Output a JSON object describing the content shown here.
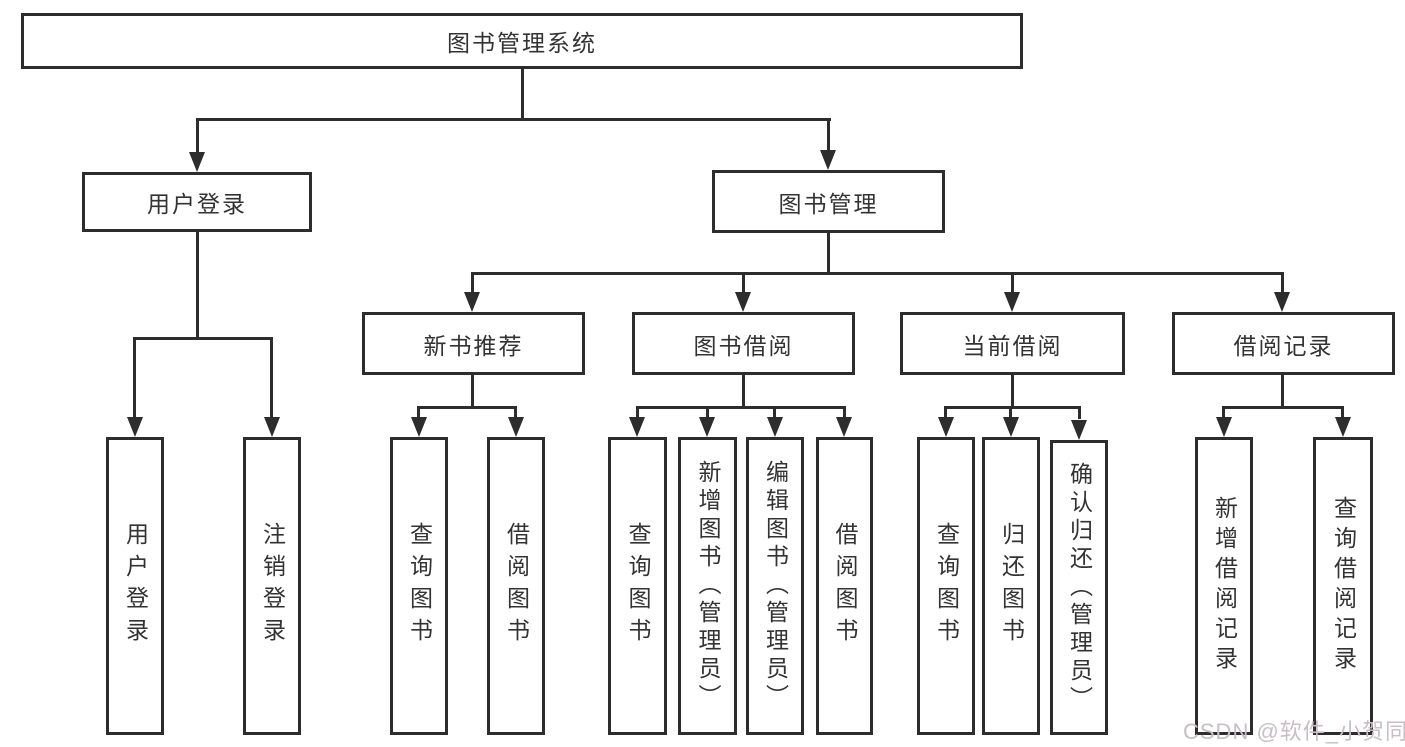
{
  "diagram": {
    "title": "图书管理系统",
    "level2": {
      "user_login": "用户登录",
      "book_mgmt": "图书管理"
    },
    "level3": {
      "new_book_rec": "新书推荐",
      "book_borrow": "图书借阅",
      "current_borrow": "当前借阅",
      "borrow_records": "借阅记录"
    },
    "leaves": {
      "user_login": "用户登录",
      "logout": "注销登录",
      "nb_query_books": "查询图书",
      "nb_borrow_books": "借阅图书",
      "bb_query_books": "查询图书",
      "bb_add_books": "新增图书（管理员）",
      "bb_edit_books": "编辑图书（管理员）",
      "bb_borrow_books": "借阅图书",
      "cb_query_books": "查询图书",
      "cb_return_books": "归还图书",
      "cb_confirm_return": "确认归还（管理员）",
      "br_add_record": "新增借阅记录",
      "br_query_record": "查询借阅记录"
    }
  },
  "watermark": "CSDN @软件_小贺同学",
  "colors": {
    "line": "#2d2d2d",
    "text": "#333333",
    "watermark": "#c9bec5",
    "background": "#ffffff"
  }
}
